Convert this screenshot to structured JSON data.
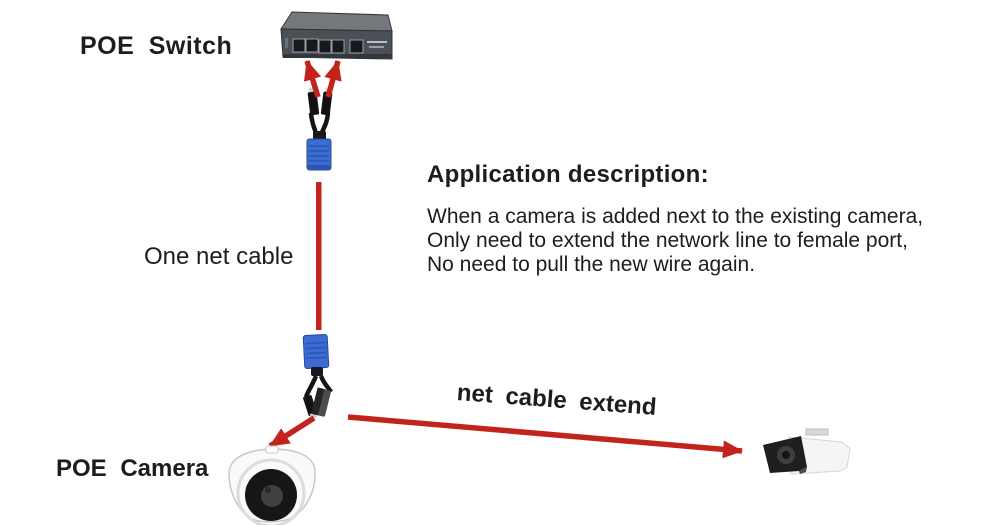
{
  "labels": {
    "poe_switch": "POE Switch",
    "one_net_cable": "One net cable",
    "app_desc_title": "Application description:",
    "app_desc_lines": [
      "When a camera is added next to the existing camera,",
      "Only need to extend the network line to female port,",
      "No need to pull the new wire again."
    ],
    "net_cable_extend": "net cable extend",
    "poe_camera": "POE Camera"
  },
  "colors": {
    "arrow_red": "#c2241d",
    "connector_blue": "#3d6cd0",
    "connector_blue_dark": "#27479c",
    "cable_black": "#141414",
    "switch_top": "#74787d",
    "switch_front": "#4b5056",
    "text": "#1d1d1d",
    "background": "#ffffff"
  },
  "figures": {
    "switch": "poe-switch-5-port",
    "splitter_top": "rj45-y-splitter-male-plugs",
    "splitter_bottom": "rj45-y-splitter-female-port",
    "cable": "one-net-cable-red-line",
    "camera_left": "dome-poe-camera",
    "camera_right": "bullet-poe-camera"
  }
}
